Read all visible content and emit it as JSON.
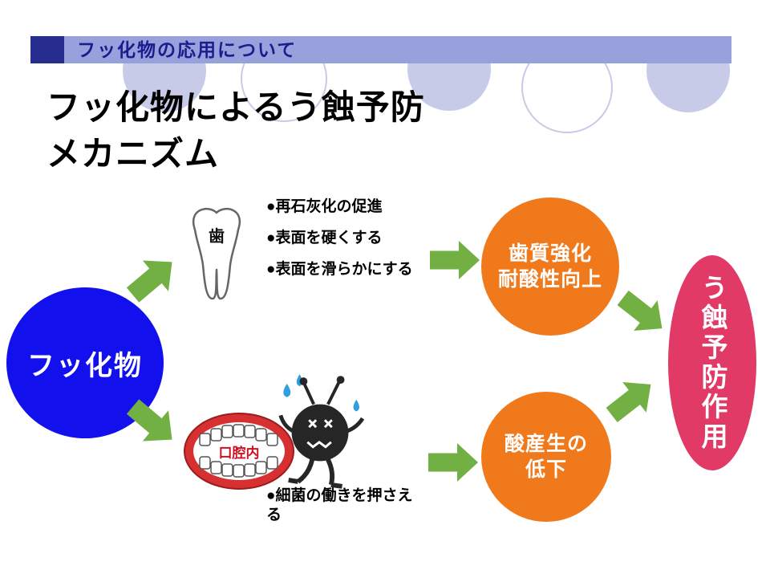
{
  "header": {
    "title": "フッ化物の応用について"
  },
  "title": {
    "line1": "フッ化物によるう蝕予防",
    "line2": "メカニズム"
  },
  "diagram": {
    "source": {
      "label": "フッ化物"
    },
    "tooth": {
      "label": "歯",
      "bullets": [
        "●再石灰化の促進",
        "●表面を硬くする",
        "●表面を滑らかにする"
      ]
    },
    "mouth": {
      "label": "口腔内",
      "bullet": "●細菌の働きを押さえる"
    },
    "effect_tooth": {
      "line1": "歯質強化",
      "line2": "耐酸性向上"
    },
    "effect_mouth": {
      "line1": "酸産生の",
      "line2": "低下"
    },
    "result": {
      "label": "う蝕予防作用"
    }
  },
  "colors": {
    "header_bar": "#98a1dc",
    "header_square": "#272c8f",
    "header_text": "#1c1c8e",
    "decorative_circle": "#c7cbe8",
    "fluoride_blue": "#1310ee",
    "arrow_green": "#72b043",
    "effect_orange": "#f0791c",
    "result_pink": "#e23a67",
    "mouth_red": "#d63031"
  }
}
